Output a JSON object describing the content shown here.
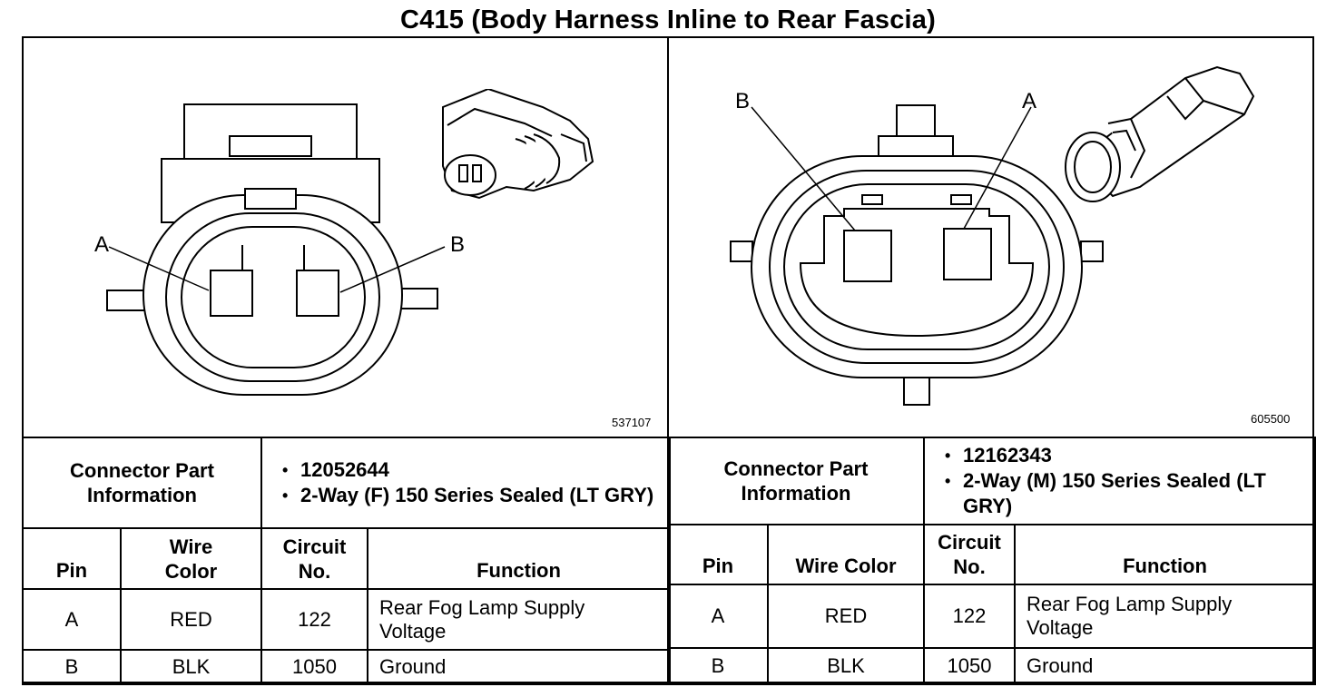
{
  "title": "C415 (Body Harness Inline to Rear Fascia)",
  "left": {
    "figure_id": "537107",
    "pin_labels": [
      "A",
      "B"
    ],
    "connector_label": "Connector Part Information",
    "part_info": [
      "12052644",
      "2-Way (F) 150 Series Sealed (LT GRY)"
    ],
    "headers": {
      "pin": "Pin",
      "wire_color": "Wire Color",
      "circuit": "Circuit No.",
      "function": "Function"
    },
    "rows": [
      {
        "pin": "A",
        "wire_color": "RED",
        "circuit": "122",
        "function": "Rear Fog Lamp Supply Voltage"
      },
      {
        "pin": "B",
        "wire_color": "BLK",
        "circuit": "1050",
        "function": "Ground"
      }
    ]
  },
  "right": {
    "figure_id": "605500",
    "pin_labels": [
      "B",
      "A"
    ],
    "connector_label": "Connector Part Information",
    "part_info": [
      "12162343",
      "2-Way (M) 150 Series Sealed (LT GRY)"
    ],
    "headers": {
      "pin": "Pin",
      "wire_color": "Wire Color",
      "circuit": "Circuit No.",
      "function": "Function"
    },
    "rows": [
      {
        "pin": "A",
        "wire_color": "RED",
        "circuit": "122",
        "function": "Rear Fog Lamp Supply Voltage"
      },
      {
        "pin": "B",
        "wire_color": "BLK",
        "circuit": "1050",
        "function": "Ground"
      }
    ]
  }
}
